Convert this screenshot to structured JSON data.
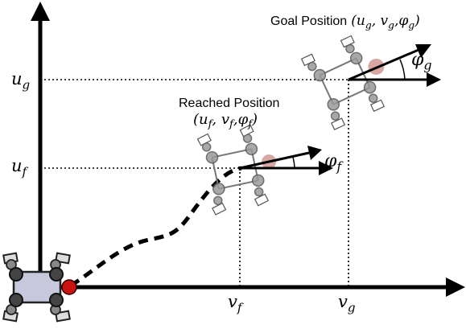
{
  "goal": {
    "title": "Goal Position",
    "tuple": "(u, v, φ)",
    "tuple_parts": {
      "u": "u",
      "v": "v",
      "phi": "φ",
      "sub": "g"
    }
  },
  "reached": {
    "title": "Reached Position",
    "tuple_parts": {
      "u": "u",
      "v": "v",
      "phi": "φ",
      "sub": "f"
    }
  },
  "axes": {
    "u_g": {
      "sym": "u",
      "sub": "g"
    },
    "u_f": {
      "sym": "u",
      "sub": "f"
    },
    "v_f": {
      "sym": "v",
      "sub": "f"
    },
    "v_g": {
      "sym": "v",
      "sub": "g"
    }
  },
  "angles": {
    "phi_g": {
      "sym": "φ",
      "sub": "g"
    },
    "phi_f": {
      "sym": "φ",
      "sub": "f"
    }
  },
  "colors": {
    "axis": "#000000",
    "robot_body": "#c8c8dc",
    "robot_center": "#cc1111",
    "ghost_body": "#9a9a9a",
    "ghost_center": "#c98a84",
    "dotted": "#000000"
  }
}
